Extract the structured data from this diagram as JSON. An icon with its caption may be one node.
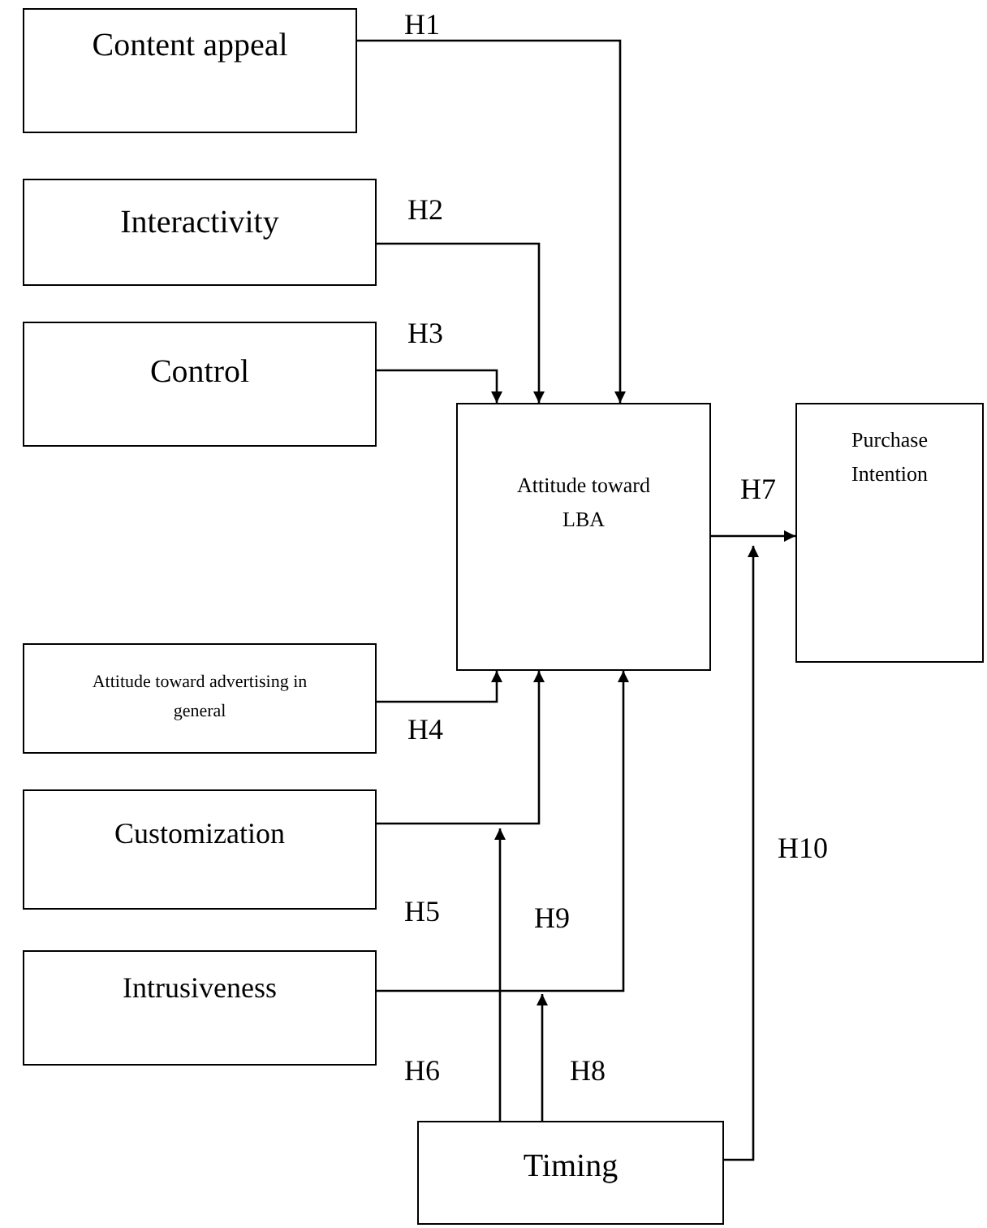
{
  "diagram": {
    "nodes": [
      {
        "text": [
          "Content appeal"
        ]
      },
      {
        "text": [
          "Interactivity"
        ]
      },
      {
        "text": [
          "Control"
        ]
      },
      {
        "text": [
          "Attitude toward LBA"
        ]
      },
      {
        "text": [
          "Purchase Intention"
        ]
      },
      {
        "text": [
          "Attitude toward advertising in general"
        ]
      },
      {
        "text": [
          "Customization"
        ]
      },
      {
        "text": [
          "Intrusiveness"
        ]
      },
      {
        "text": [
          "Timing"
        ]
      }
    ],
    "edges": [
      {
        "from": 0,
        "to": 3,
        "arrow": "to",
        "label": "H1"
      },
      {
        "from": 1,
        "to": 3,
        "arrow": "to",
        "label": "H2"
      },
      {
        "from": 2,
        "to": 3,
        "arrow": "to",
        "label": "H3"
      },
      {
        "from": 5,
        "to": 3,
        "arrow": "to",
        "label": "H4"
      },
      {
        "from": 6,
        "to": 3,
        "arrow": "to",
        "label": "H5"
      },
      {
        "from": 7,
        "to": 3,
        "arrow": "to",
        "label": "H9"
      },
      {
        "from": 8,
        "to": null,
        "arrow": "to",
        "label": "H6"
      },
      {
        "from": 8,
        "to": null,
        "arrow": "to",
        "label": "H8"
      },
      {
        "from": 8,
        "to": null,
        "arrow": "to",
        "label": "H10"
      },
      {
        "from": 3,
        "to": 4,
        "arrow": "to",
        "label": "H7"
      }
    ]
  }
}
